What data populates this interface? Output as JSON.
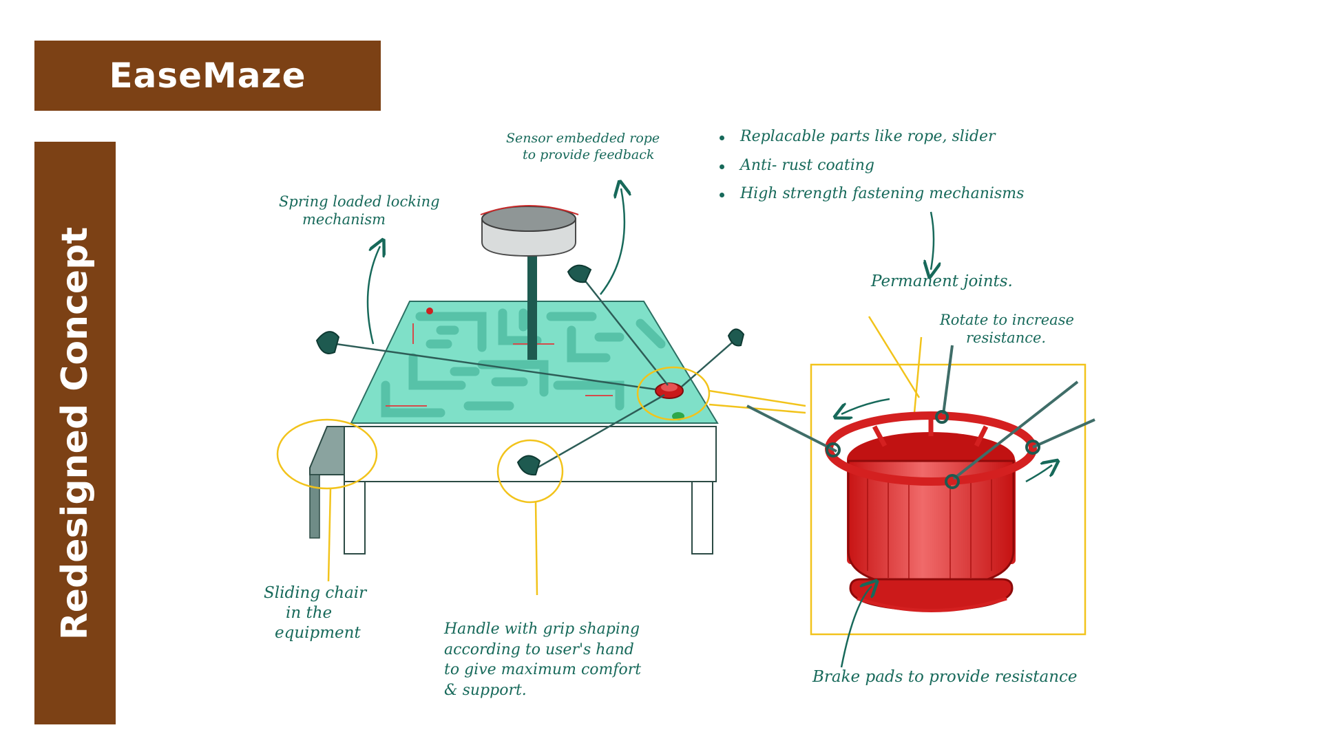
{
  "header": {
    "title": "EaseMaze"
  },
  "sidebar": {
    "label": "Redesigned Concept"
  },
  "annotations": {
    "sensor_rope": [
      "Sensor embedded rope",
      "to provide feedback"
    ],
    "spring_lock": [
      "Spring loaded locking",
      "mechanism"
    ],
    "features": [
      "Replacable parts like rope, slider",
      "Anti- rust coating",
      "High strength fastening mechanisms"
    ],
    "permanent_joints": "Permanent joints.",
    "rotate": [
      "Rotate to increase",
      "resistance."
    ],
    "sliding_chair": [
      "Sliding chair",
      "in the",
      "equipment"
    ],
    "handle": [
      "Handle with grip shaping",
      "according to user's hand",
      "to give maximum comfort",
      "& support."
    ],
    "brake_pads": "Brake pads to provide resistance"
  },
  "colors": {
    "brand_brown": "#7c4115",
    "ink_green": "#17695a",
    "maze_mint": "#7fe0c8",
    "highlight_yellow": "#f2c31b",
    "part_red": "#d01818"
  }
}
